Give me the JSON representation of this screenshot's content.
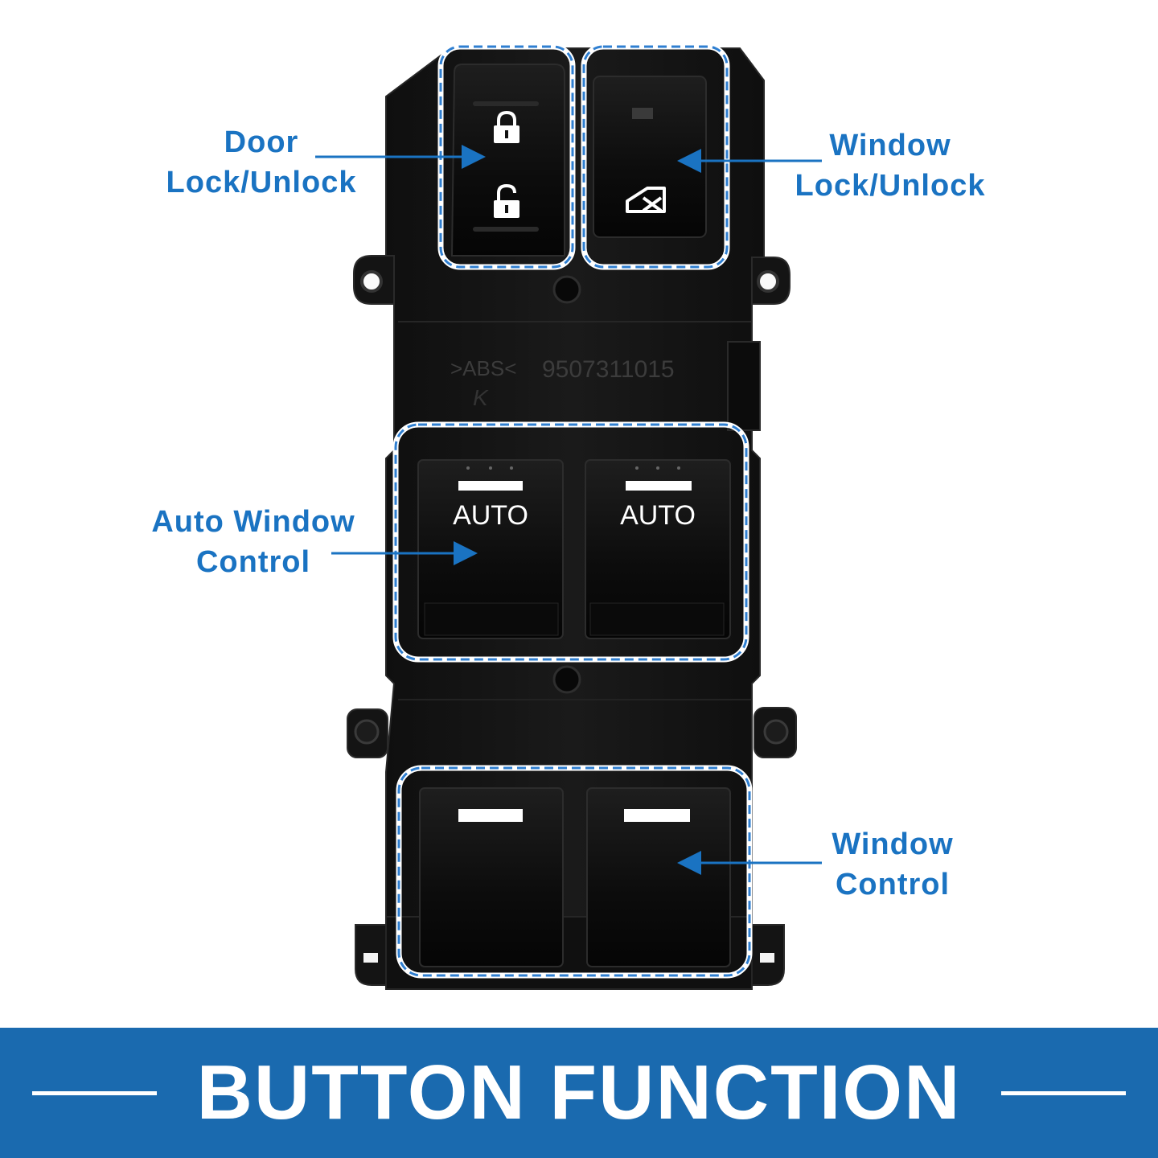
{
  "callouts": {
    "door_lock": {
      "line1": "Door",
      "line2": "Lock/Unlock"
    },
    "window_lock": {
      "line1": "Window",
      "line2": "Lock/Unlock"
    },
    "auto_window": {
      "line1": "Auto Window",
      "line2": "Control"
    },
    "window_control": {
      "line1": "Window",
      "line2": "Control"
    }
  },
  "switch": {
    "auto_label": "AUTO",
    "molded_material": ">ABS<",
    "part_number": "9507311015",
    "molded_mark": "K"
  },
  "banner": {
    "title": "BUTTON FUNCTION"
  },
  "colors": {
    "accent_blue": "#1a73c2",
    "banner_blue": "#1a6aaf",
    "housing_black": "#121212",
    "button_black": "#0a0a0a"
  },
  "icons": [
    "lock-closed-icon",
    "lock-open-icon",
    "window-lock-icon"
  ]
}
